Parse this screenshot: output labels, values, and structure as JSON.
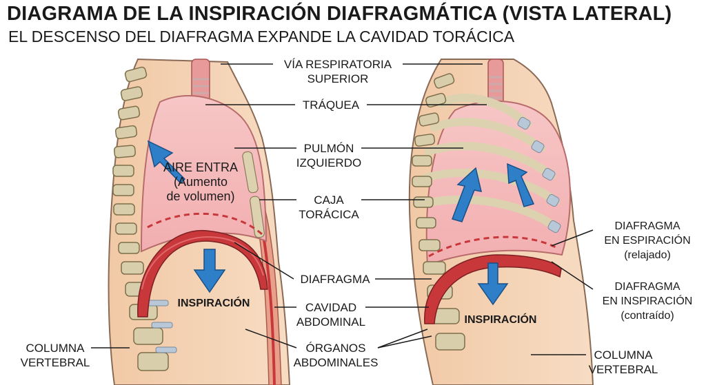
{
  "title": "DIAGRAMA DE LA INSPIRACIÓN DIAFRAGMÁTICA (VISTA LATERAL)",
  "subtitle": "EL DESCENSO DEL DIAFRAGMA EXPANDE LA CAVIDAD TORÁCICA",
  "labels": {
    "via_respiratoria": [
      "VÍA RESPIRATORIA",
      "SUPERIOR"
    ],
    "traquea": [
      "TRÁQUEA"
    ],
    "pulmon": [
      "PULMÓN",
      "IZQUIERDO"
    ],
    "caja": [
      "CAJA",
      "TORÁCICA"
    ],
    "diafragma": [
      "DIAFRAGMA"
    ],
    "cavidad": [
      "CAVIDAD",
      "ABDOMINAL"
    ],
    "organos": [
      "ÓRGANOS",
      "ABDOMINALES"
    ],
    "columna_left": [
      "COLUMNA",
      "VERTEBRAL"
    ],
    "columna_right": [
      "COLUMNA",
      "VERTEBRAL"
    ],
    "aire_entra": [
      "AIRE ENTRA",
      "(Aumento",
      "de volumen)"
    ],
    "inspiracion_left": [
      "INSPIRACIÓN"
    ],
    "inspiracion_right": [
      "INSPIRACIÓN"
    ],
    "diafragma_espiracion": [
      "DIAFRAGMA",
      "EN ESPIRACIÓN",
      "(relajado)"
    ],
    "diafragma_inspiracion": [
      "DIAFRAGMA",
      "EN INSPIRACIÓN",
      "(contraído)"
    ]
  },
  "colors": {
    "skin": "#f4d3b5",
    "lung": "#f5b9b9",
    "muscle": "#c8373a",
    "bone": "#d6cba6",
    "arrow": "#2f7fc8",
    "cartilage": "#b8c8d8"
  }
}
